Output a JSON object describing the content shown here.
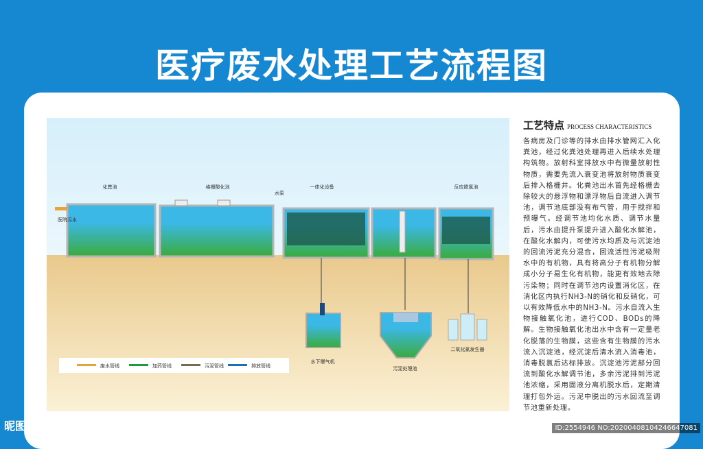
{
  "title": "医疗废水处理工艺流程图",
  "labels": {
    "tank1": "化粪池",
    "tank2": "格栅酸化池",
    "pump": "水泵",
    "tank3": "一体化设备",
    "tank5": "反应脱氯池",
    "inlet": "医院污水",
    "aerator": "水下曝气机",
    "sludge": "污泥处理池",
    "chlorine": "二氧化氯发生器"
  },
  "legend": [
    {
      "label": "废水管线",
      "color": "#e8a23a"
    },
    {
      "label": "加药管线",
      "color": "#1f9a3c"
    },
    {
      "label": "污泥管线",
      "color": "#7a6a55"
    },
    {
      "label": "排放管线",
      "color": "#1d6fb5"
    }
  ],
  "side": {
    "heading": "工艺特点",
    "heading_en": "PROCESS CHARACTERISTICS",
    "body": "各病房及门诊等的排水由排水管网汇入化粪池，经过化粪池处理再进入后续水处理构筑物。放射科室排放水中有微量放射性物质，需要先流入衰变池将放射物质衰变后排入格栅井。化粪池出水首先经格栅去除较大的悬浮物和漂浮物后自流进入调节池，调节池底部没有布气管，用于搅拌和预曝气。经调节池均化水质、调节水量后，污水由提升泵提升进入酸化水解池，在酸化水解内，可使污水均质及与沉淀池的回流污泥充分混合，回流活性污泥吸附水中的有机物，具有将高分子有机物分解成小分子易生化有机物，能更有效地去除污染物；同时在调节池内设置消化区，在消化区内执行NH3-N的硝化和反硝化，可以有效降低水中的NH3-N。污水自流入生物接触氧化池，进行COD、BODs的降解。生物接触氧化池出水中含有一定量老化脱落的生物膜，这些含有生物膜的污水流入沉淀池，经沉淀后清水流入消毒池，消毒脱氯后达标排放。沉淀池污泥部分回流到酸化水解调节池，多余污泥排到污泥池浓缩，采用固液分离机脱水后，定期清理打包外运。污泥中脱出的污水回流至调节池重新处理。"
  },
  "watermark": {
    "site": "昵图网 www.nipic.com",
    "id": "ID:2554946 NO:20200408104246647081"
  }
}
